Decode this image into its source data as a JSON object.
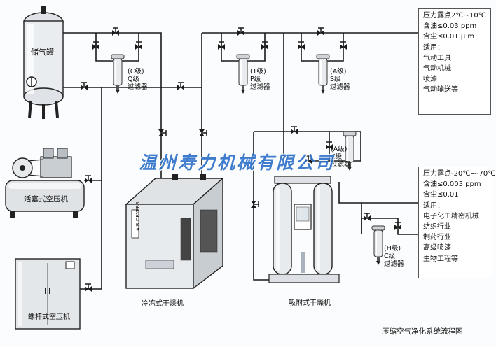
{
  "tank_label": "储气罐",
  "piston_compressor_label": "活塞式空压机",
  "screw_compressor_label": "螺杆式空压机",
  "refrigerated_dryer_label": "冷冻式干燥机",
  "adsorption_dryer_label": "吸附式干燥机",
  "dryer_panel_text": "AIR DRYERS",
  "filters": [
    {
      "grade": "(C级)",
      "type": "Q级",
      "name": "过滤器"
    },
    {
      "grade": "(T级)",
      "type": "P级",
      "name": "过滤器"
    },
    {
      "grade": "(A级)",
      "type": "S级",
      "name": "过滤器"
    },
    {
      "grade": "(A级)",
      "type": "C级",
      "name": "过滤器"
    },
    {
      "grade": "(H级)",
      "type": "C级",
      "name": "过滤器"
    }
  ],
  "spec_top": {
    "lines": [
      "压力露点2℃~10℃",
      "含油≤0.03 ppm",
      "含尘≤0.01 μ m",
      "适用：",
      "气动工具",
      "气动机械",
      "喷漆",
      "气动输送等"
    ]
  },
  "spec_bottom": {
    "lines": [
      "压力露点-20℃~-70℃",
      "含油≤0.003 ppm",
      "含尘≤0.01",
      "适用：",
      "电子化工精密机械",
      "纺织行业",
      "制药行业",
      "高级喷漆",
      "生物工程等"
    ]
  },
  "watermark": "温州寿力机械有限公司",
  "diagram_title": "压缩空气净化系统流程图"
}
